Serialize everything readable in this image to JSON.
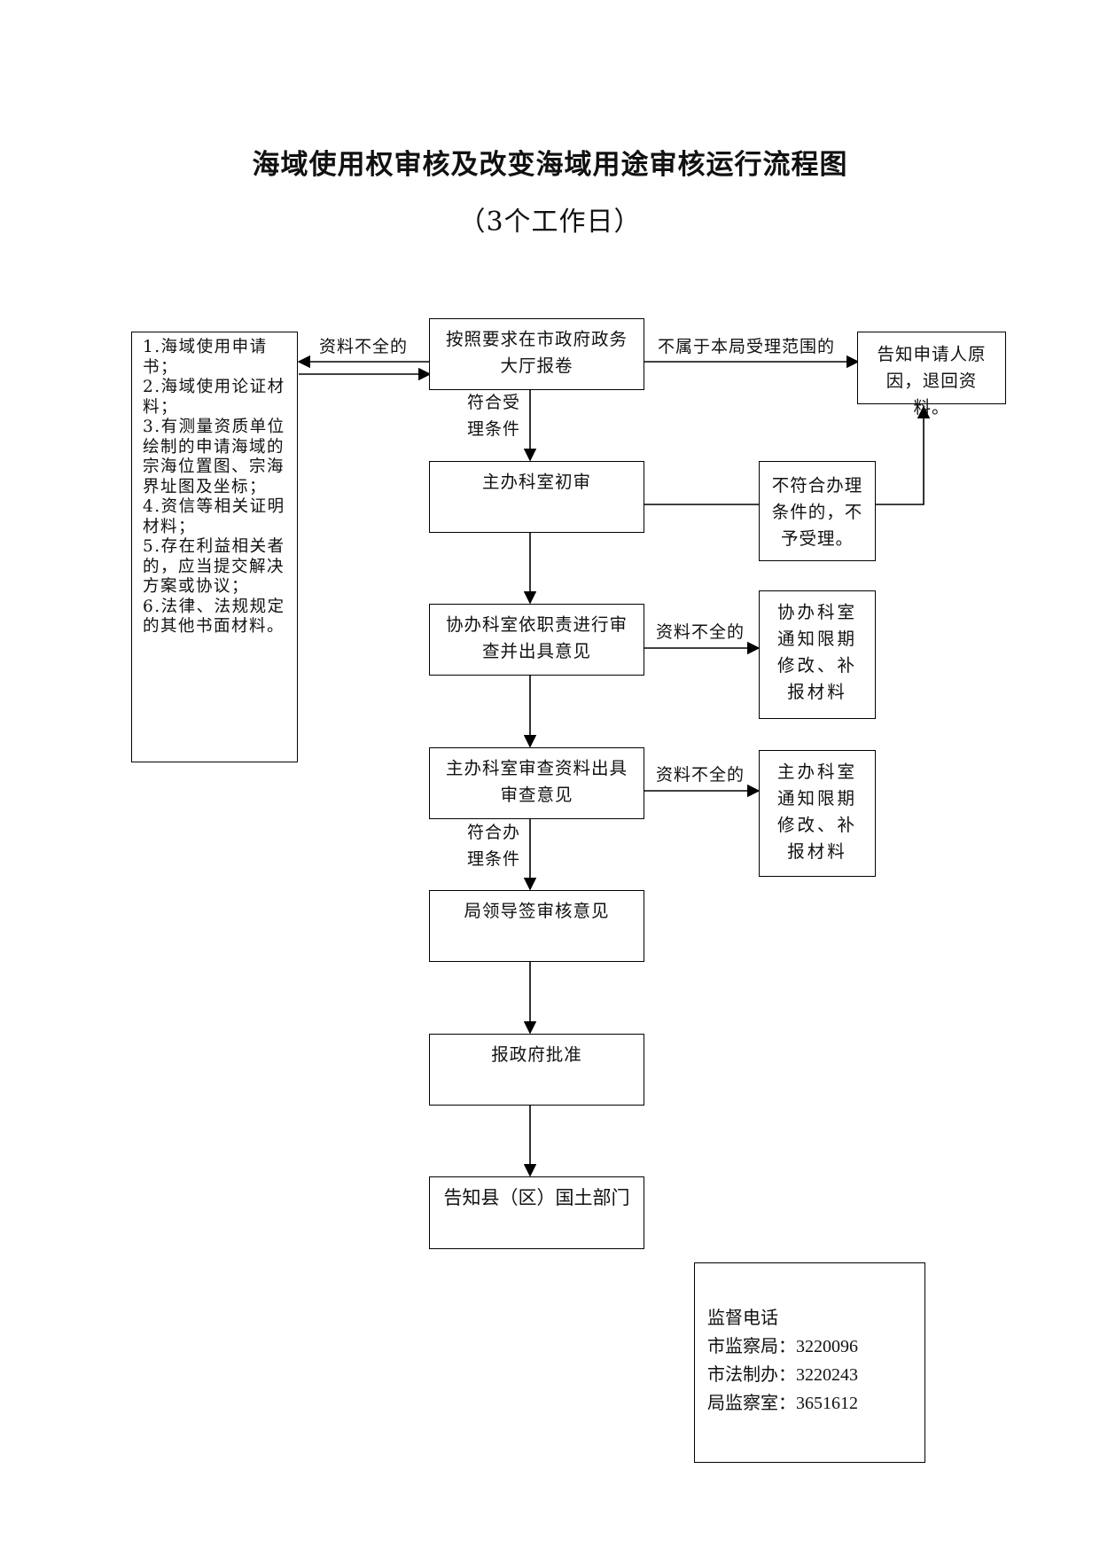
{
  "title": "海域使用权审核及改变海域用途审核运行流程图",
  "subtitle": "（3个工作日）",
  "materials": [
    "1.海域使用申请书；",
    "2.海域使用论证材料；",
    "3.有测量资质单位绘制的申请海域的宗海位置图、宗海界址图及坐标；",
    "4.资信等相关证明材料；",
    "5.存在利益相关者的，应当提交解决方案或协议；",
    "6.法律、法规规定的其他书面材料。"
  ],
  "nodes": {
    "submit": "按照要求在市政府政务大厅报卷",
    "reject_notice": "告知申请人原因，退回资料。",
    "initial_review": "主办科室初审",
    "not_qualified": "不符合办理条件的，不予受理。",
    "assist_review": "协办科室依职责进行审查并出具意见",
    "assist_notice": "协办科室通知限期修改、补报材料",
    "main_review": "主办科室审查资料出具审查意见",
    "main_notice": "主办科室通知限期修改、补报材料",
    "leader_sign": "局领导签审核意见",
    "gov_approval": "报政府批准",
    "notify_county": "告知县（区）国土部门"
  },
  "edge_labels": {
    "incomplete_1": "资料不全的",
    "out_of_scope": "不属于本局受理范围的",
    "meets_acceptance": "符合受理条件",
    "incomplete_2": "资料不全的",
    "incomplete_3": "资料不全的",
    "meets_handling": "符合办理条件"
  },
  "supervision": {
    "heading": "监督电话",
    "lines": [
      "市监察局：3220096",
      "市法制办：3220243",
      "局监察室：3651612"
    ]
  }
}
